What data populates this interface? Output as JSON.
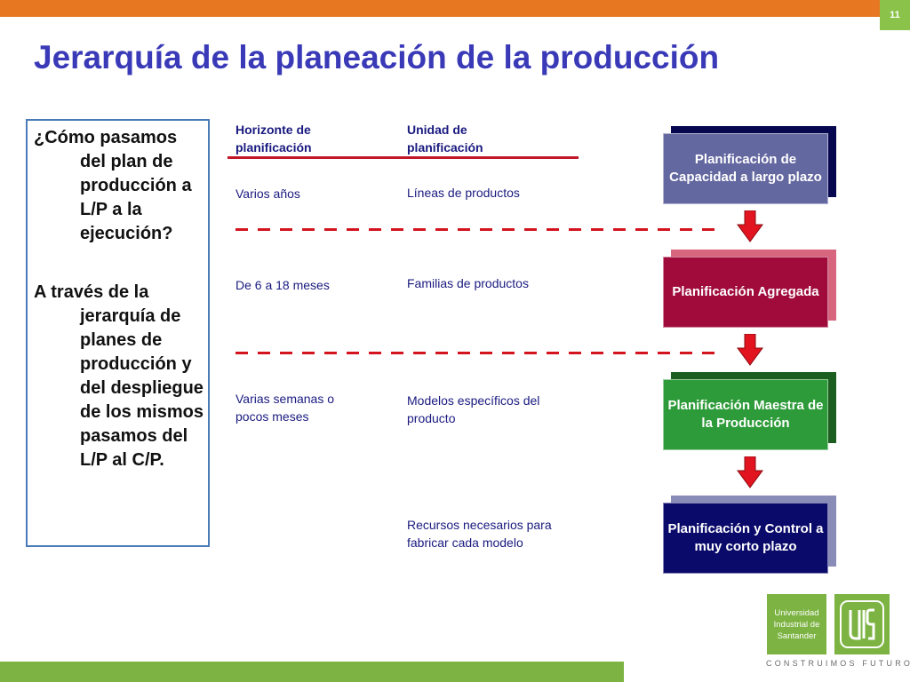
{
  "slide": {
    "number": "11",
    "title": "Jerarquía de la planeación de la producción"
  },
  "left_box": {
    "question": "¿Cómo pasamos del plan de producción a L/P a la ejecución?",
    "answer": "A través de la jerarquía de planes de producción y del despliegue de los mismos pasamos del L/P al C/P."
  },
  "columns": {
    "horizon_header": "Horizonte de planificación",
    "unit_header": "Unidad de planificación"
  },
  "rows": [
    {
      "horizon": "Varios años",
      "unit": "Líneas de productos"
    },
    {
      "horizon": "De 6 a 18 meses",
      "unit": "Familias de productos"
    },
    {
      "horizon": "Varias semanas o pocos meses",
      "unit": "Modelos específicos del producto"
    },
    {
      "horizon": "",
      "unit": "Recursos necesarios para fabricar cada modelo"
    }
  ],
  "levels": [
    {
      "label": "Planificación de Capacidad a largo plazo",
      "color": "#6468A0",
      "shadow": "#07074F"
    },
    {
      "label": "Planificación Agregada",
      "color": "#A00B3C",
      "shadow": "#D7657E"
    },
    {
      "label": "Planificación Maestra de la Producción",
      "color": "#2E9B3A",
      "shadow": "#1B5E20"
    },
    {
      "label": "Planificación y Control a muy corto plazo",
      "color": "#0A0A6B",
      "shadow": "#8A8CB8"
    }
  ],
  "logo": {
    "institution": "Universidad Industrial de Santander",
    "tagline": "CONSTRUIMOS FUTURO"
  },
  "colors": {
    "orange": "#E87722",
    "green": "#7CB342",
    "title": "#3A3AB8",
    "red": "#D3141F"
  }
}
